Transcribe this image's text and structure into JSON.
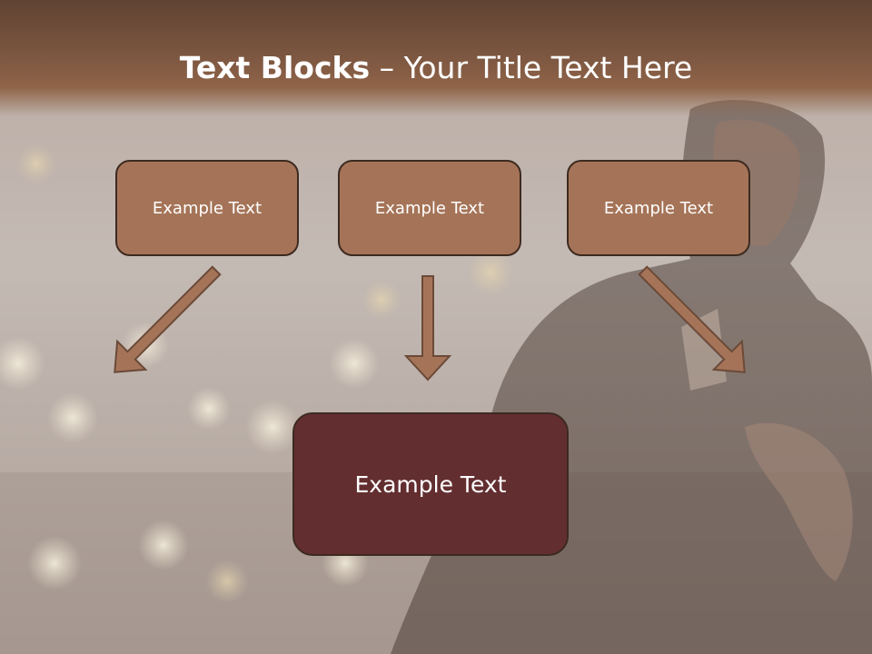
{
  "slide": {
    "title_bold": "Text Blocks",
    "title_dash": " – ",
    "title_rest": "Your Title Text Here"
  },
  "blocks": {
    "left": "Example Text",
    "center": "Example Text",
    "right": "Example Text",
    "bottom": "Example Text"
  },
  "colors": {
    "title_bar": "#7a5540",
    "top_box_fill": "#a57458",
    "bottom_box_fill": "#632e30",
    "arrow_fill": "#a57458"
  }
}
